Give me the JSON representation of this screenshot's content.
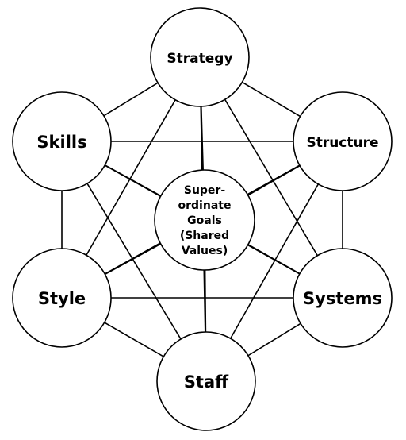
{
  "diagram": {
    "nodes": [
      {
        "id": "strategy",
        "label": "Strategy"
      },
      {
        "id": "skills",
        "label": "Skills"
      },
      {
        "id": "structure",
        "label": "Structure"
      },
      {
        "id": "style",
        "label": "Style"
      },
      {
        "id": "systems",
        "label": "Systems"
      },
      {
        "id": "staff",
        "label": "Staff"
      },
      {
        "id": "center",
        "lines": [
          "Super-",
          "ordinate",
          "Goals",
          "(Shared",
          "Values)"
        ]
      }
    ],
    "edges": [
      [
        "strategy",
        "skills"
      ],
      [
        "strategy",
        "structure"
      ],
      [
        "strategy",
        "style"
      ],
      [
        "strategy",
        "systems"
      ],
      [
        "strategy",
        "staff"
      ],
      [
        "strategy",
        "center"
      ],
      [
        "skills",
        "structure"
      ],
      [
        "skills",
        "style"
      ],
      [
        "skills",
        "systems"
      ],
      [
        "skills",
        "staff"
      ],
      [
        "skills",
        "center"
      ],
      [
        "structure",
        "style"
      ],
      [
        "structure",
        "systems"
      ],
      [
        "structure",
        "staff"
      ],
      [
        "structure",
        "center"
      ],
      [
        "style",
        "systems"
      ],
      [
        "style",
        "staff"
      ],
      [
        "style",
        "center"
      ],
      [
        "systems",
        "staff"
      ],
      [
        "systems",
        "center"
      ],
      [
        "staff",
        "center"
      ]
    ]
  }
}
